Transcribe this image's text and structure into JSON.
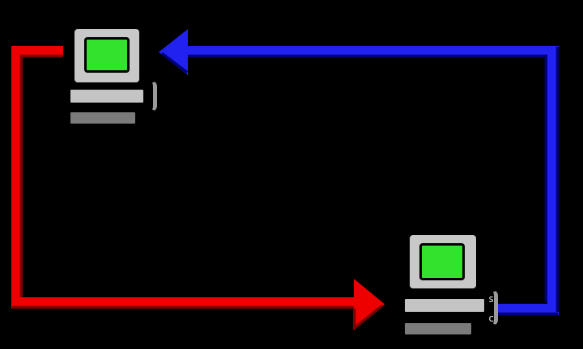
{
  "scene": {
    "background": "#000000",
    "description": "Two computers exchanging data in a round-trip loop"
  },
  "colors": {
    "red_arrow": "#ef0000",
    "red_arrow_shadow": "#7e0000",
    "blue_arrow": "#2222f0",
    "blue_arrow_shadow": "#00007e",
    "monitor_gray": "#c8c8c8",
    "base_gray": "#7b7b7b",
    "screen_green": "#32e22c",
    "outline_black": "#000000"
  },
  "labels": {
    "server": "s",
    "client": "c"
  },
  "arrows": [
    {
      "name": "red-arrow",
      "from": "top-left-computer",
      "to": "bottom-right-computer"
    },
    {
      "name": "blue-arrow",
      "from": "bottom-right-computer",
      "to": "top-left-computer"
    }
  ],
  "computers": [
    {
      "name": "top-left-computer"
    },
    {
      "name": "bottom-right-computer"
    }
  ]
}
